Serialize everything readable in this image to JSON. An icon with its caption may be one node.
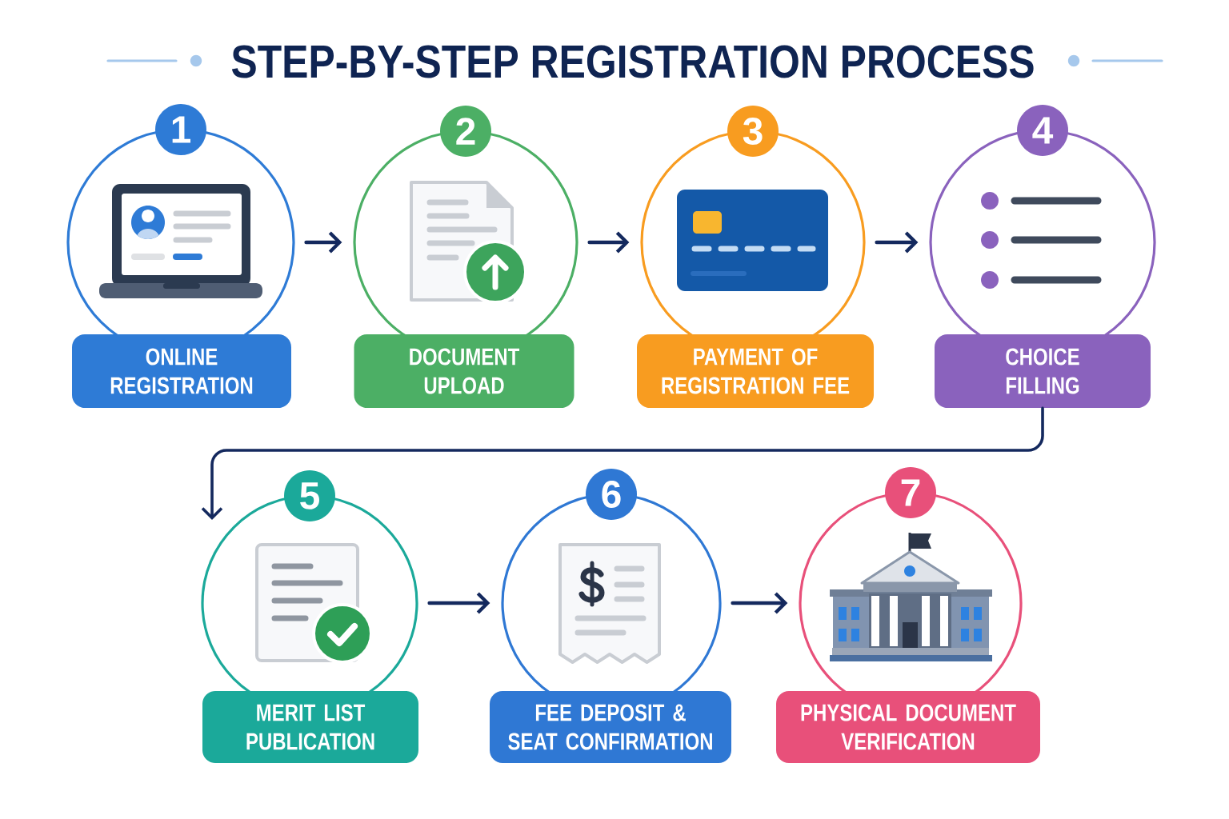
{
  "diagram": {
    "title": "STEP-BY-STEP REGISTRATION PROCESS",
    "nodes": [
      {
        "text": [
          "1"
        ]
      },
      {
        "text": [
          "ONLINE REGISTRATION"
        ]
      },
      {
        "text": [
          "2"
        ]
      },
      {
        "text": [
          "DOCUMENT UPLOAD"
        ]
      },
      {
        "text": [
          "3"
        ]
      },
      {
        "text": [
          "PAYMENT OF REGISTRATION FEE"
        ]
      },
      {
        "text": [
          "4"
        ]
      },
      {
        "text": [
          "CHOICE FILLING"
        ]
      },
      {
        "text": [
          "5"
        ]
      },
      {
        "text": [
          "MERIT LIST PUBLICATION"
        ]
      },
      {
        "text": [
          "6"
        ]
      },
      {
        "text": [
          "FEE DEPOSIT & SEAT CONFIRMATION"
        ]
      },
      {
        "text": [
          "7"
        ]
      },
      {
        "text": [
          "PHYSICAL DOCUMENT VERIFICATION"
        ]
      }
    ],
    "edges": [
      {
        "from": 0,
        "to": 2,
        "arrow": "to"
      },
      {
        "from": 2,
        "to": 4,
        "arrow": "to"
      },
      {
        "from": 4,
        "to": 6,
        "arrow": "to"
      },
      {
        "from": 7,
        "to": 8,
        "arrow": "to"
      },
      {
        "from": 8,
        "to": 10,
        "arrow": "to"
      },
      {
        "from": 10,
        "to": 12,
        "arrow": "to"
      }
    ]
  }
}
